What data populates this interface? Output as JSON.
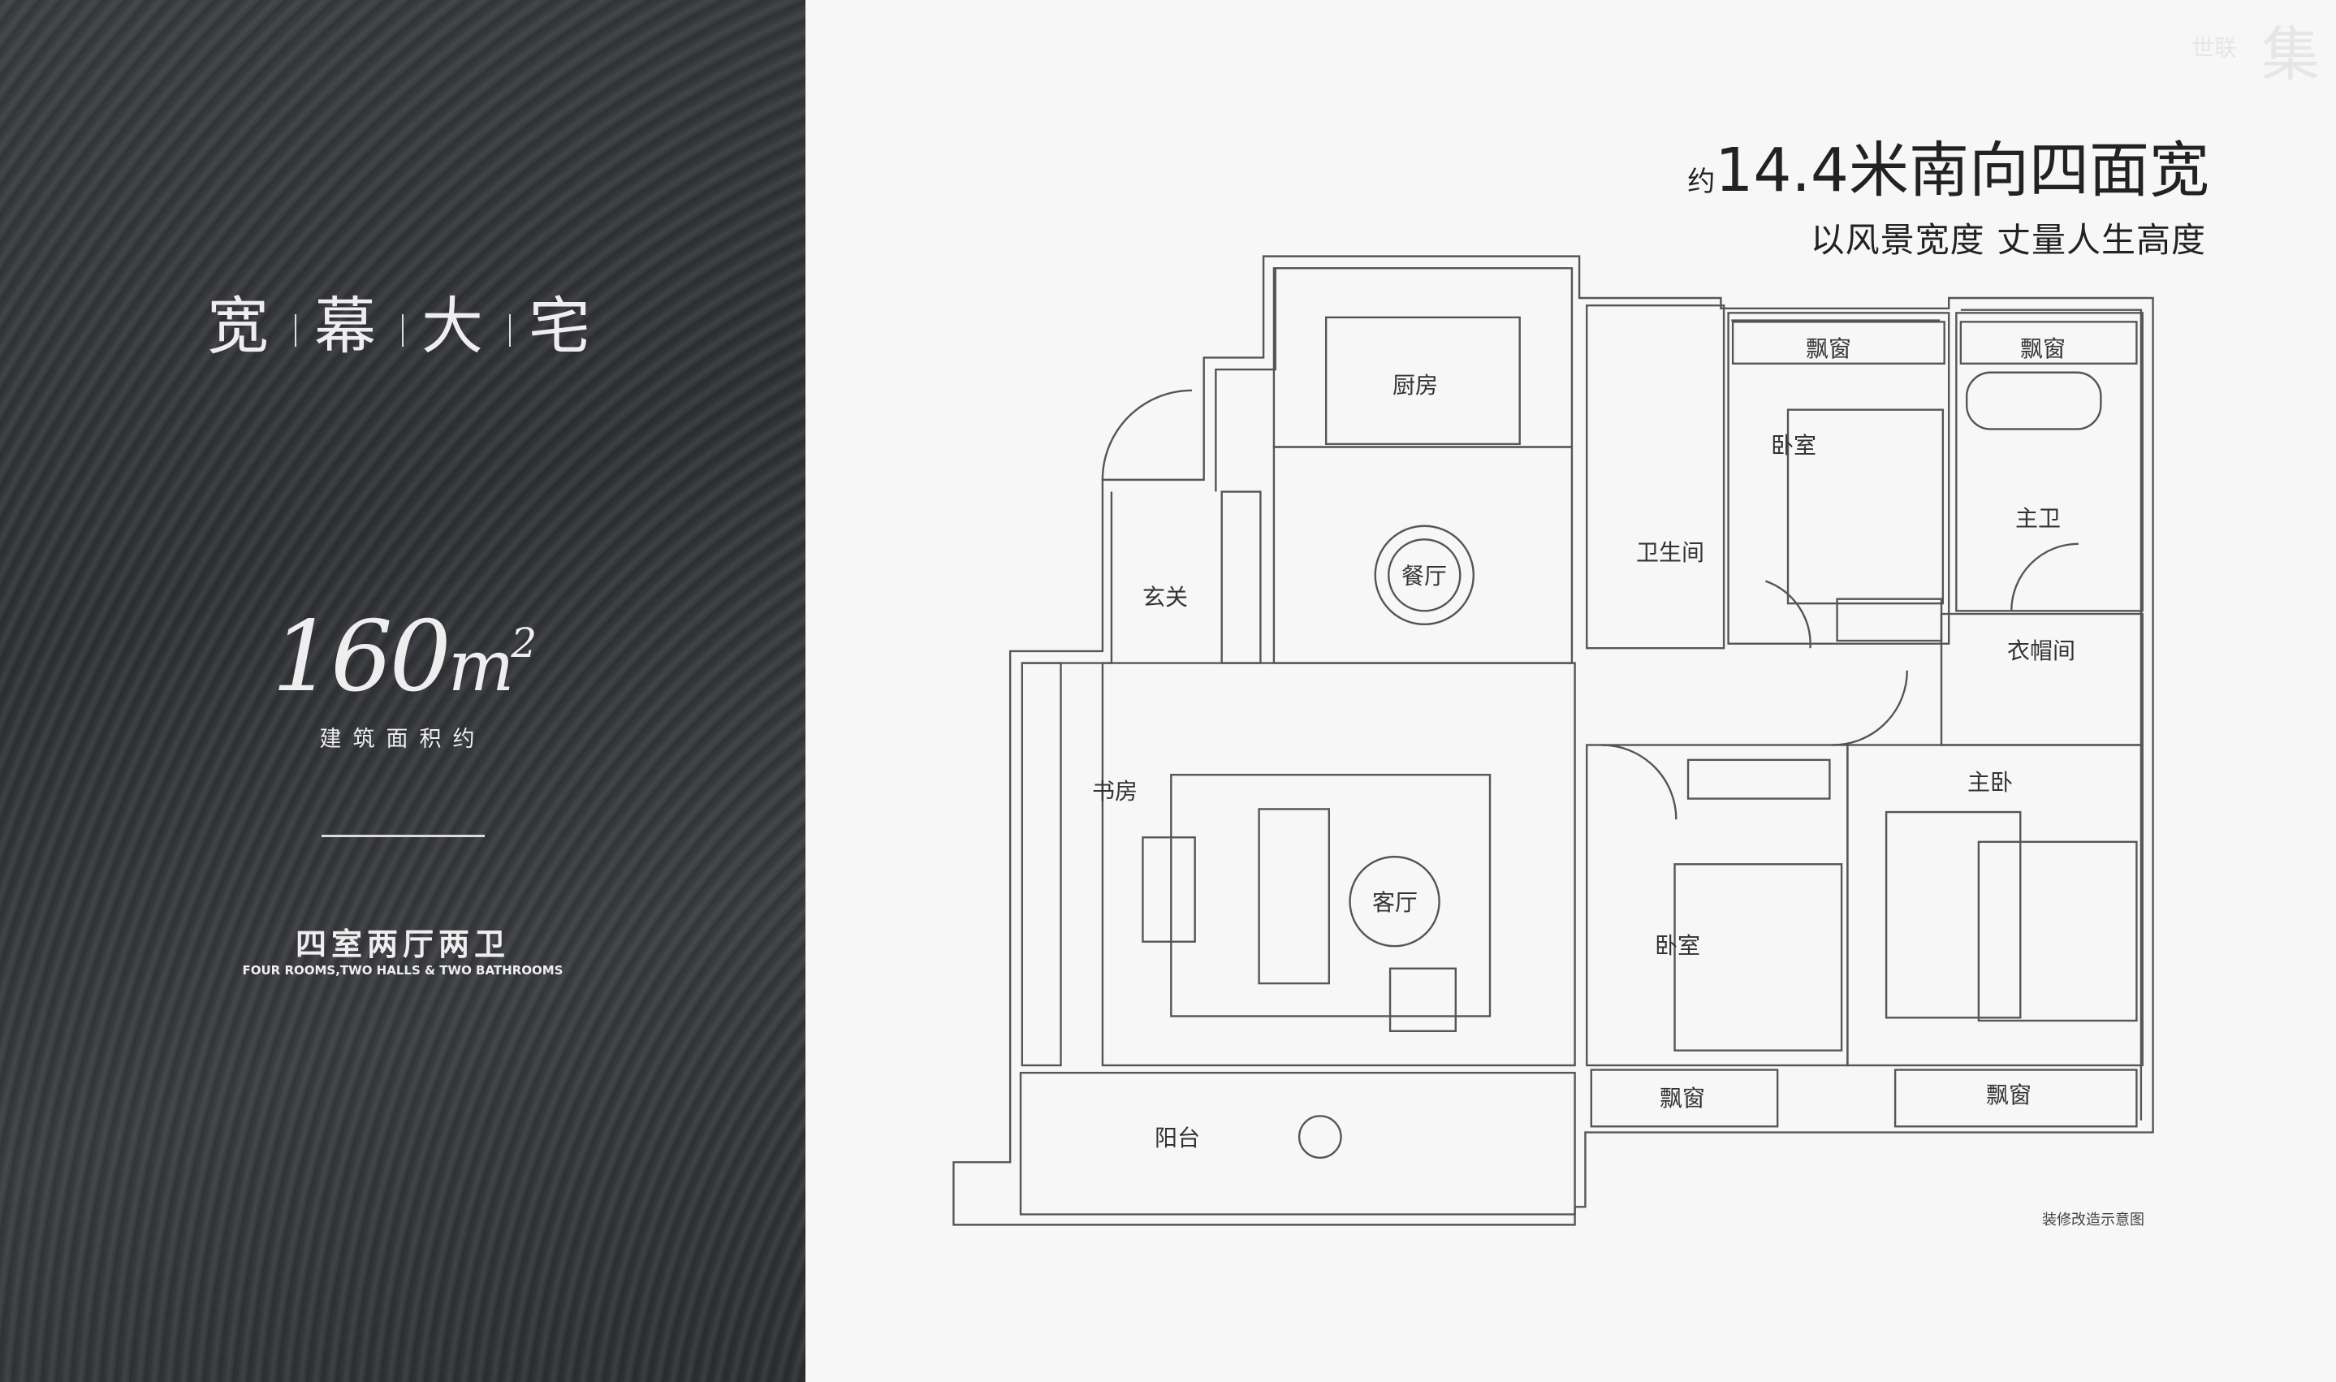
{
  "left_panel": {
    "title_chars": [
      "宽",
      "幕",
      "大",
      "宅"
    ],
    "area_number": "160",
    "area_unit": "m",
    "area_sup": "2",
    "area_label": "建筑面积约",
    "layout_cn": "四室两厅两卫",
    "layout_en": "FOUR ROOMS,TWO HALLS & TWO BATHROOMS"
  },
  "header": {
    "prefix": "约",
    "headline": "14.4米南向四面宽",
    "subline": "以风景宽度 丈量人生高度"
  },
  "watermark": {
    "small": "世联",
    "big": "集"
  },
  "rooms": {
    "kitchen": "厨房",
    "dining": "餐厅",
    "foyer": "玄关",
    "bathroom": "卫生间",
    "bedroom_top": "卧室",
    "bay_window_1": "飘窗",
    "bay_window_2": "飘窗",
    "master_bath": "主卫",
    "cloakroom": "衣帽间",
    "master_bedroom": "主卧",
    "study": "书房",
    "living": "客厅",
    "bedroom_bottom": "卧室",
    "balcony": "阳台",
    "bay_window_3": "飘窗",
    "bay_window_4": "飘窗"
  },
  "note": "装修改造示意图"
}
